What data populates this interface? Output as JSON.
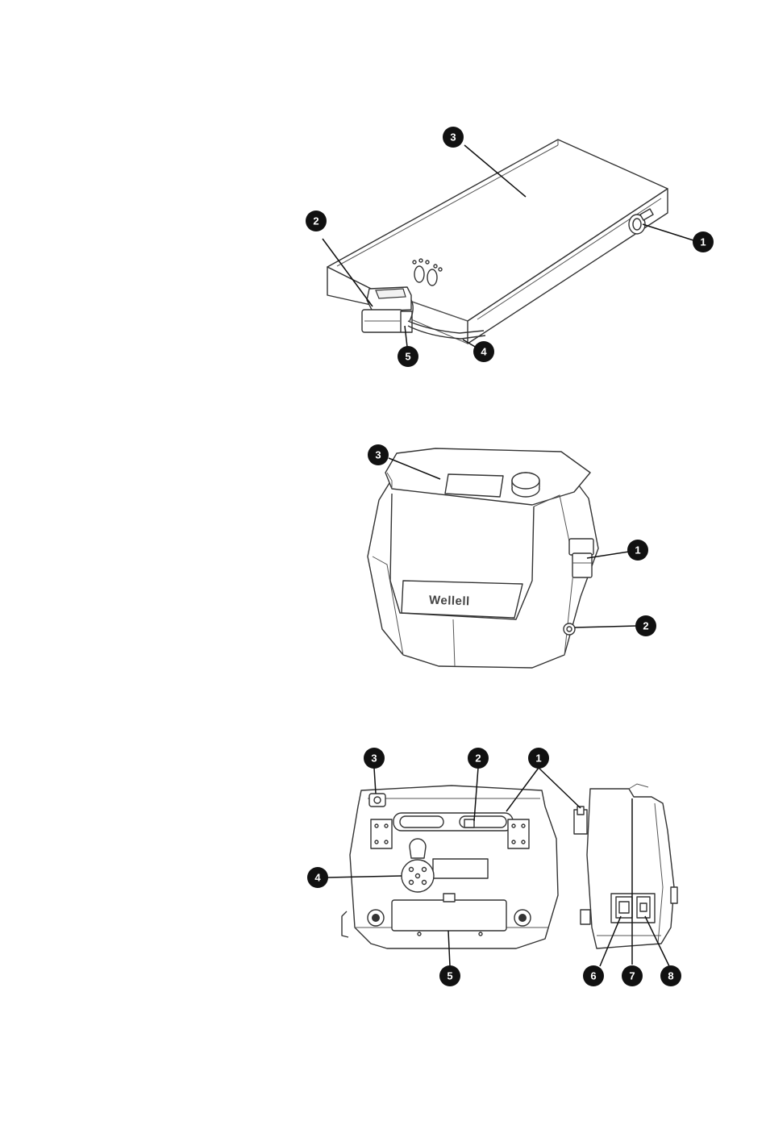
{
  "figure1": {
    "callouts": [
      "1",
      "2",
      "3",
      "4",
      "5"
    ]
  },
  "figure2": {
    "brand_label": "Wellell",
    "callouts": [
      "1",
      "2",
      "3"
    ]
  },
  "figure3": {
    "callouts": [
      "1",
      "2",
      "3",
      "4",
      "5",
      "6",
      "7",
      "8"
    ]
  }
}
